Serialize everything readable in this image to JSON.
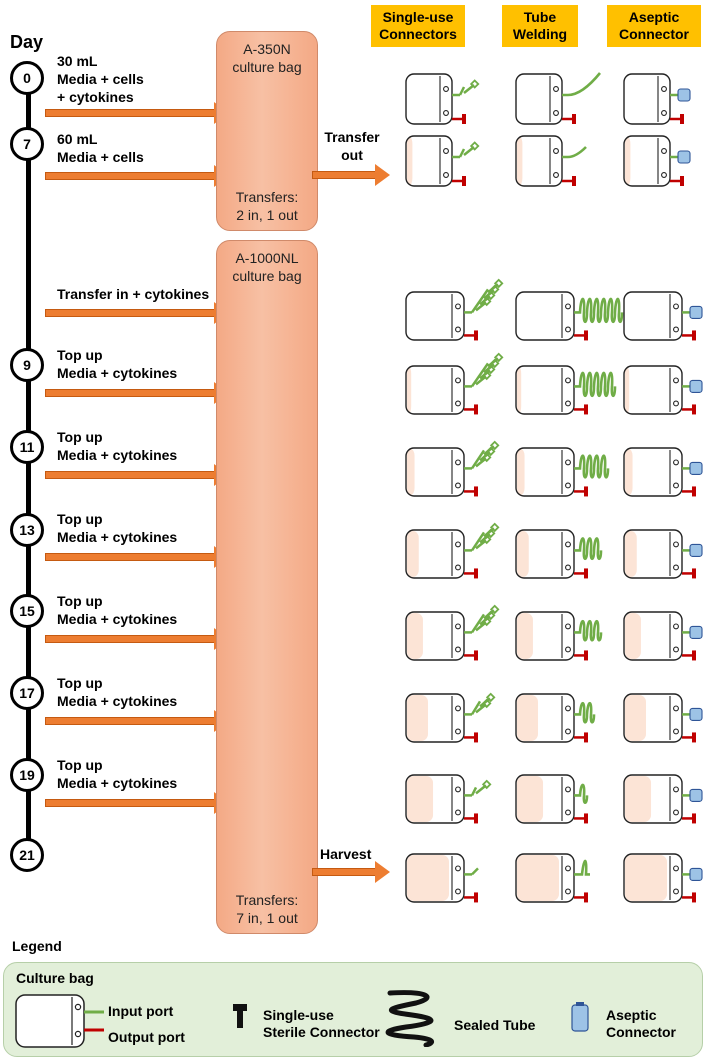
{
  "timeline": {
    "title": "Day",
    "days": [
      "0",
      "7",
      "9",
      "11",
      "13",
      "15",
      "17",
      "19",
      "21"
    ]
  },
  "inputs": [
    {
      "lines": [
        "30 mL",
        "Media + cells",
        "+ cytokines"
      ]
    },
    {
      "lines": [
        "60 mL",
        "Media + cells"
      ]
    },
    {
      "lines": [
        "Transfer in + cytokines"
      ]
    },
    {
      "lines": [
        "Top up",
        "Media + cytokines"
      ]
    },
    {
      "lines": [
        "Top up",
        "Media + cytokines"
      ]
    },
    {
      "lines": [
        "Top up",
        "Media + cytokines"
      ]
    },
    {
      "lines": [
        "Top up",
        "Media + cytokines"
      ]
    },
    {
      "lines": [
        "Top up",
        "Media + cytokines"
      ]
    },
    {
      "lines": [
        "Top up",
        "Media + cytokines"
      ]
    }
  ],
  "bags": {
    "small": {
      "name": "A-350N",
      "subtitle": "culture bag",
      "transfers_title": "Transfers:",
      "transfers": "2 in, 1 out"
    },
    "large": {
      "name": "A-1000NL",
      "subtitle": "culture bag",
      "transfers_title": "Transfers:",
      "transfers": "7 in, 1 out"
    }
  },
  "outputs": {
    "transfer": [
      "Transfer",
      "out"
    ],
    "harvest": "Harvest"
  },
  "columns": [
    {
      "lines": [
        "Single-use",
        "Connectors"
      ]
    },
    {
      "lines": [
        "Tube",
        "Welding"
      ]
    },
    {
      "lines": [
        "Aseptic",
        "Connector"
      ]
    }
  ],
  "legend": {
    "title": "Legend",
    "culture_bag": "Culture bag",
    "input_port": "Input port",
    "output_port": "Output port",
    "connector": [
      "Single-use",
      "Sterile Connector"
    ],
    "sealed_tube": "Sealed Tube",
    "aseptic": [
      "Aseptic",
      "Connector"
    ]
  },
  "colors": {
    "arrow": "#ed7d31",
    "bag_column": "#f4a985",
    "column_header": "#ffc000",
    "input_port": "#70ad47",
    "output_port": "#c00000",
    "fill_level": "#fce4d6",
    "aseptic_cap": "#9dc3e6",
    "legend_bg": "#e2efd9"
  },
  "fill_levels": [
    0,
    0.18,
    0,
    0.1,
    0.18,
    0.28,
    0.38,
    0.5,
    0.62,
    1.0
  ]
}
